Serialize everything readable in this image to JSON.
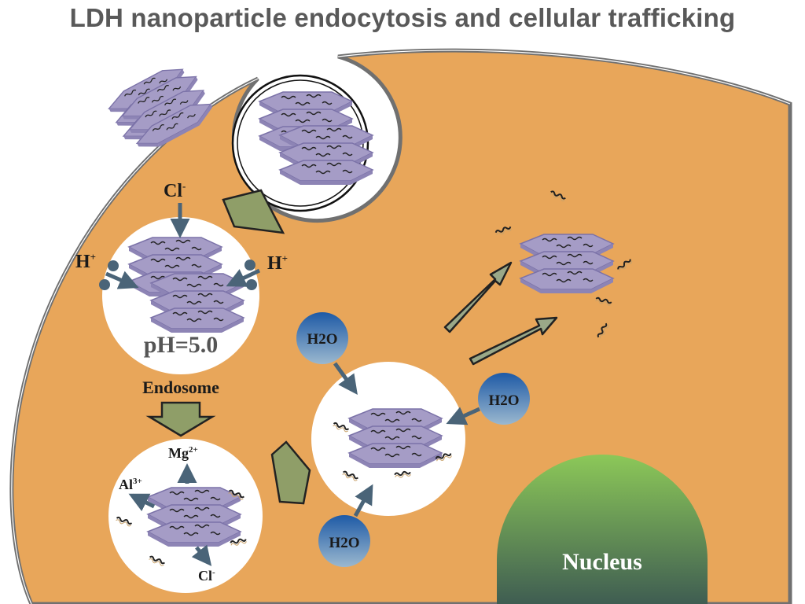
{
  "title": "LDH nanoparticle endocytosis and cellular trafficking",
  "labels": {
    "cl_top": "Cl",
    "cl_top_sup": "-",
    "h_left": "H",
    "h_left_sup": "+",
    "h_right": "H",
    "h_right_sup": "+",
    "ph": "pH=5.0",
    "endosome": "Endosome",
    "mg": "Mg",
    "mg_sup": "2+",
    "al": "Al",
    "al_sup": "3+",
    "cl_bottom": "Cl",
    "cl_bottom_sup": "-",
    "water_1": "H2O",
    "water_2": "H2O",
    "water_3": "H2O",
    "nucleus": "Nucleus"
  },
  "colors": {
    "cytoplasm": "#e8a65a",
    "membrane": "#707070",
    "block_arrow": "#8f9e68",
    "thin_arrow": "#4a6478",
    "release_arrow": "#9aa888",
    "layer_fill": "#a59cc6",
    "layer_edge": "#7b72a8",
    "nucleus_top": "#8cc858",
    "nucleus_bottom": "#3f5d52",
    "water_top": "#1e5aa6",
    "water_bottom": "#9bb8cf",
    "text_dark": "#1a1a1a",
    "text_grey": "#555555"
  }
}
